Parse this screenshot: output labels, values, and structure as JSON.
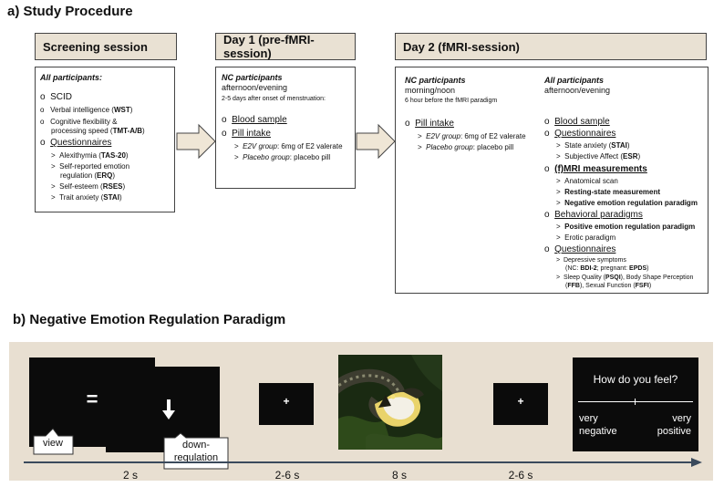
{
  "section_a": {
    "title": "a) Study Procedure",
    "screening": {
      "header": "Screening session",
      "group": "All participants:",
      "items": [
        {
          "bullet": "o",
          "text": "SCID"
        },
        {
          "bullet": "o",
          "pre": "Verbal intelligence (",
          "bold": "WST",
          "post": ")"
        },
        {
          "bullet": "o",
          "line1": "Cognitive flexibility &",
          "pre": "processing speed (",
          "bold": "TMT-A/B",
          "post": ")"
        },
        {
          "bullet": "o",
          "text": "Questionnaires"
        }
      ],
      "questionnaires": [
        {
          "bullet": ">",
          "pre": "Alexithymia (",
          "bold": "TAS-20",
          "post": ")"
        },
        {
          "bullet": ">",
          "line1": "Self-reported emotion",
          "pre": "regulation (",
          "bold": "ERQ",
          "post": ")"
        },
        {
          "bullet": ">",
          "pre": "Self-esteem (",
          "bold": "RSES",
          "post": ")"
        },
        {
          "bullet": ">",
          "pre": "Trait anxiety (",
          "bold": "STAI",
          "post": ")"
        }
      ]
    },
    "day1": {
      "header": "Day 1 (pre-fMRI-session)",
      "group": "NC participants",
      "time": "afternoon/evening",
      "timing": "2-5 days after onset of menstruation:",
      "blood": "Blood sample",
      "pill": "Pill intake",
      "e2v_group": "E2V group",
      "e2v_dose": ": 6mg of E2 valerate",
      "placebo_group": "Placebo group",
      "placebo_dose": ": placebo pill"
    },
    "day2": {
      "header": "Day 2 (fMRI-session)",
      "left": {
        "group": "NC participants",
        "time": "morning/noon",
        "timing": "6 hour before the fMRI paradigm",
        "pill": "Pill intake",
        "e2v_group": "E2V group",
        "e2v_dose": ": 6mg of E2 valerate",
        "placebo_group": "Placebo group",
        "placebo_dose": ": placebo pill"
      },
      "right": {
        "group": "All participants",
        "time": "afternoon/evening",
        "blood": "Blood sample",
        "questionnaires": "Questionnaires",
        "state_anxiety_pre": "State anxiety (",
        "state_anxiety_bold": "STAI",
        "subjective_pre": "Subjective Affect (",
        "subjective_bold": "ESR",
        "fmri": "(f)MRI measurements",
        "anatomical": "Anatomical scan",
        "resting": "Resting-state measurement",
        "neg_paradigm": "Negative emotion regulation paradigm",
        "behavioral": "Behavioral paradigms",
        "pos_paradigm": "Positive emotion regulation paradigm",
        "erotic": "Erotic paradigm",
        "questionnaires2": "Questionnaires",
        "depressive": "Depressive symptoms",
        "nc_pre": "(NC: ",
        "bdi": "BDI-2",
        "preg": "; pregnant: ",
        "epds": "EPDS",
        "sleep_pre": "Sleep Quality (",
        "psqi": "PSQI",
        "sleep_mid": "), Body Shape Perception",
        "ffb": "FFB",
        "sexual": "), Sexual Function (",
        "fsfi": "FSFI",
        "close": ")"
      }
    }
  },
  "section_b": {
    "title": "b) Negative Emotion Regulation Paradigm",
    "fixation_equal": "=",
    "view_label": "view",
    "down_label_1": "down-",
    "down_label_2": "regulation",
    "plus": "+",
    "rating_question": "How do you feel?",
    "rating_left_1": "very",
    "rating_left_2": "negative",
    "rating_right_1": "very",
    "rating_right_2": "positive",
    "durations": [
      "2 s",
      "2-6 s",
      "8 s",
      "2-6 s"
    ]
  },
  "colors": {
    "header_fill": "#e9e1d3",
    "band_fill": "#e8dfd1",
    "arrow_fill": "#efe6d6",
    "timeline": "#3a4a5c"
  }
}
